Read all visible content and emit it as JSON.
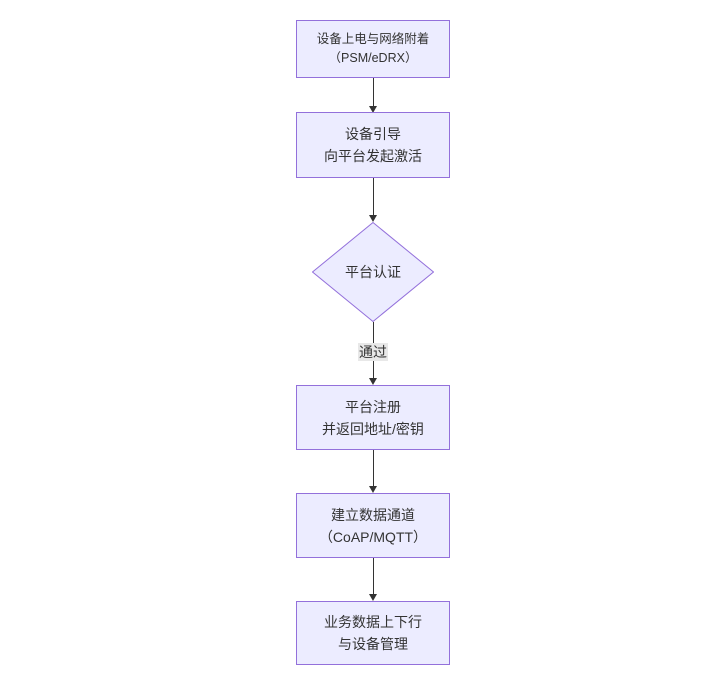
{
  "flow": {
    "type": "flowchart-vertical",
    "colors": {
      "background": "#ffffff",
      "node_fill": "#ececff",
      "node_border": "#9370db",
      "node_text": "#333333",
      "arrow": "#333333",
      "edge_label_bg": "#e8e8e8",
      "edge_label_text": "#333333"
    },
    "nodes": [
      {
        "id": "power-attach",
        "shape": "rect",
        "lines": [
          "设备上电与网络附着",
          "（PSM/eDRX）"
        ]
      },
      {
        "id": "bootstrap",
        "shape": "rect",
        "lines": [
          "设备引导",
          "向平台发起激活"
        ]
      },
      {
        "id": "platform-auth",
        "shape": "diamond",
        "lines": [
          "平台认证"
        ]
      },
      {
        "id": "platform-register",
        "shape": "rect",
        "lines": [
          "平台注册",
          "并返回地址/密钥"
        ]
      },
      {
        "id": "data-channel",
        "shape": "rect",
        "lines": [
          "建立数据通道",
          "（CoAP/MQTT）"
        ]
      },
      {
        "id": "business-data",
        "shape": "rect",
        "lines": [
          "业务数据上下行",
          "与设备管理"
        ]
      }
    ],
    "edges": [
      {
        "from": 0,
        "to": 1,
        "label": ""
      },
      {
        "from": 1,
        "to": 2,
        "label": ""
      },
      {
        "from": 2,
        "to": 3,
        "label": "通过"
      },
      {
        "from": 3,
        "to": 4,
        "label": ""
      },
      {
        "from": 4,
        "to": 5,
        "label": ""
      }
    ]
  }
}
